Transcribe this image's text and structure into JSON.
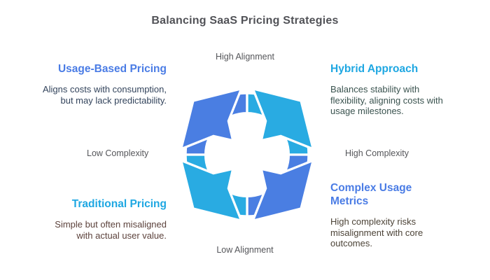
{
  "title": "Balancing SaaS Pricing Strategies",
  "axis_labels": {
    "top": "High Alignment",
    "bottom": "Low Alignment",
    "left": "Low Complexity",
    "right": "High Complexity"
  },
  "quadrants": {
    "usage": {
      "heading": "Usage-Based Pricing",
      "body": "Aligns costs with consumption, but may lack predictability."
    },
    "hybrid": {
      "heading": "Hybrid Approach",
      "body": "Balances stability with flexibility, aligning costs with usage milestones."
    },
    "traditional": {
      "heading": "Traditional Pricing",
      "body": "Simple but often misaligned with actual user value."
    },
    "complex": {
      "heading": "Complex Usage Metrics",
      "body": "High complexity risks misalignment with core outcomes."
    }
  },
  "icon": {
    "name": "cycle-arrows-icon"
  },
  "colors": {
    "royal_blue": "#4a7ee2",
    "cyan_blue": "#29abe2",
    "heading_royal": "#4a7ce5",
    "heading_cyan": "#1ea7e2",
    "title_gray": "#515257",
    "axis_label_gray": "#55565a",
    "body_usage": "#33445c",
    "body_hybrid": "#3a534f",
    "body_traditional": "#5c423c",
    "body_complex": "#4c4337",
    "background": "#ffffff"
  }
}
